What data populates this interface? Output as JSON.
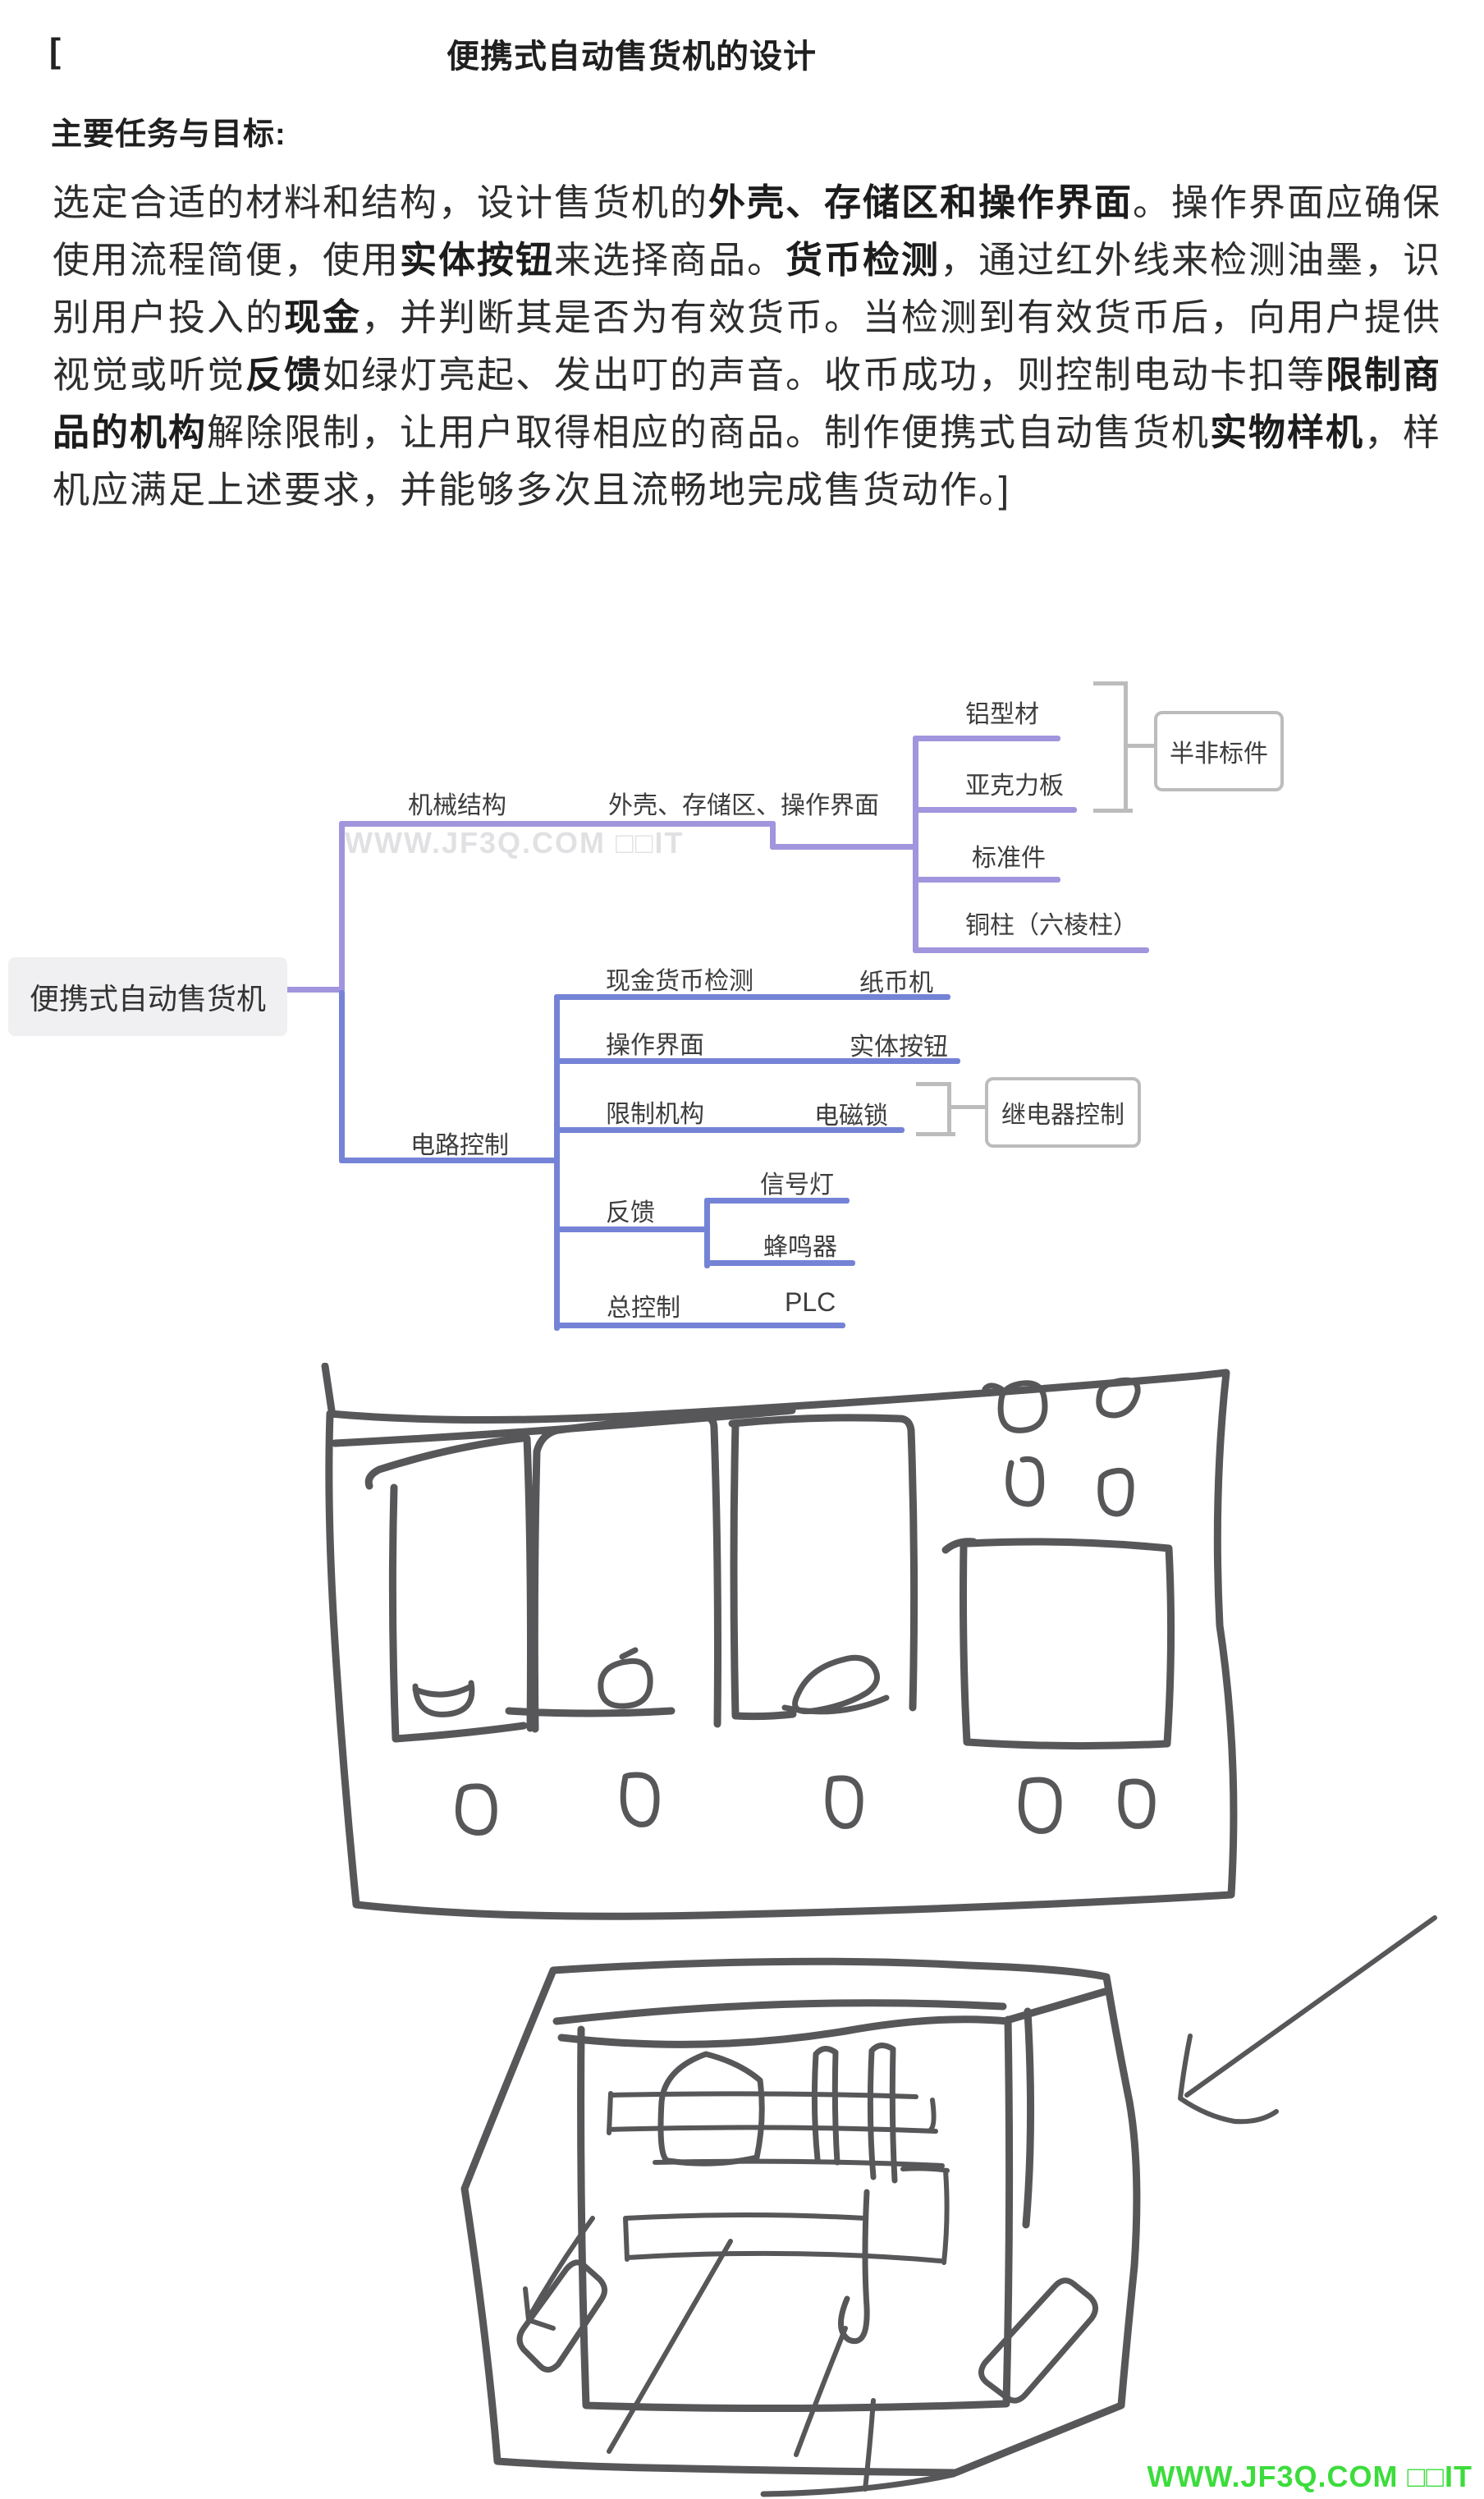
{
  "header": {
    "bracket": "[",
    "title": "便携式自动售货机的设计",
    "section_heading": "主要任务与目标:"
  },
  "paragraph": {
    "lines": [
      {
        "segments": [
          {
            "text": "选定合适的材料和结构，设计售货机的",
            "bold": false
          },
          {
            "text": "外壳、存储区和操作界面",
            "bold": true
          },
          {
            "text": "。操作界面应确保",
            "bold": false
          }
        ]
      },
      {
        "segments": [
          {
            "text": "使用流程简便，使用",
            "bold": false
          },
          {
            "text": "实体按钮",
            "bold": true
          },
          {
            "text": "来选择商品。",
            "bold": false
          },
          {
            "text": "货币检测",
            "bold": true
          },
          {
            "text": "，通过红外线来检测油墨，识",
            "bold": false
          }
        ]
      },
      {
        "segments": [
          {
            "text": "别用户投入的",
            "bold": false
          },
          {
            "text": "现金",
            "bold": true
          },
          {
            "text": "，并判断其是否为有效货币。当检测到有效货币后，向用户提供",
            "bold": false
          }
        ]
      },
      {
        "segments": [
          {
            "text": "视觉或听觉",
            "bold": false
          },
          {
            "text": "反馈",
            "bold": true
          },
          {
            "text": "如绿灯亮起、发出叮的声音。收币成功，则控制电动卡扣等",
            "bold": false
          },
          {
            "text": "限制商",
            "bold": true
          }
        ]
      },
      {
        "segments": [
          {
            "text": "品的机构",
            "bold": true
          },
          {
            "text": "解除限制，让用户取得相应的商品。制作便携式自动售货机",
            "bold": false
          },
          {
            "text": "实物样机",
            "bold": true
          },
          {
            "text": "，样",
            "bold": false
          }
        ]
      },
      {
        "segments": [
          {
            "text": "机应满足上述要求，并能够多次且流畅地完成售货动作。]",
            "bold": false
          }
        ]
      }
    ]
  },
  "mindmap": {
    "root_label": "便携式自动售货机",
    "mechanical": {
      "label": "机械结构",
      "child_label": "外壳、存储区、操作界面",
      "leaves": [
        "铝型材",
        "亚克力板",
        "标准件",
        "铜柱（六棱柱）"
      ],
      "summary_label": "半非标件"
    },
    "circuit": {
      "label": "电路控制",
      "cash_row": {
        "left": "现金货币检测",
        "right": "纸币机"
      },
      "ui_row": {
        "left": "操作界面",
        "right": "实体按钮"
      },
      "limit_row": {
        "left": "限制机构",
        "right": "电磁锁",
        "summary": "继电器控制"
      },
      "feedback_row": {
        "left": "反馈",
        "children": [
          "信号灯",
          "蜂鸣器"
        ]
      },
      "control_row": {
        "left": "总控制",
        "right": "PLC"
      }
    }
  },
  "watermarks": {
    "ghost": "WWW.JF3Q.COM □□IT",
    "footer": "WWW.JF3Q.COM □□IT"
  },
  "colors": {
    "branch_mechanical": "#a195dd",
    "branch_circuit": "#7583d6",
    "bracket_gray": "#bcbcbc",
    "root_node_bg": "#f0f0f2",
    "watermark_green": "#3cdc3c",
    "sketch_stroke": "#57575a"
  }
}
